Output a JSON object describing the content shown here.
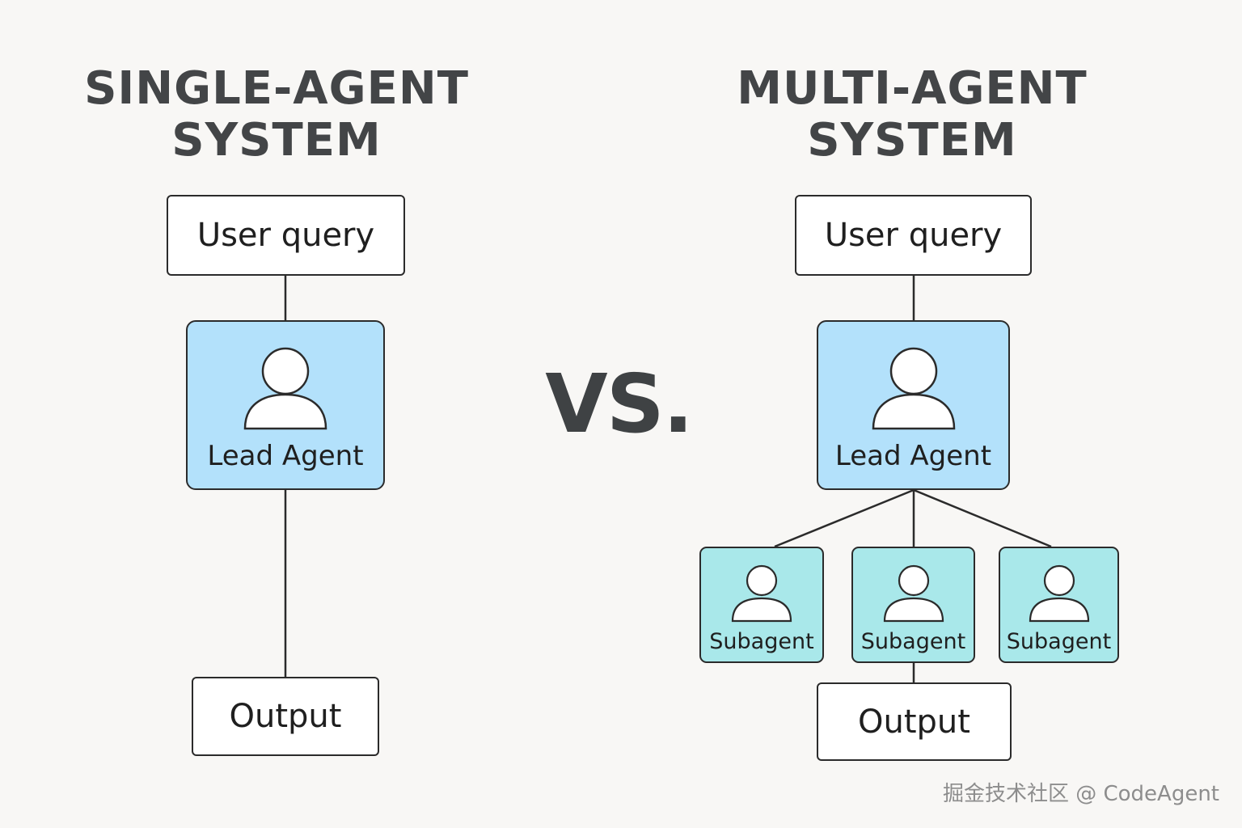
{
  "single": {
    "title": "SINGLE-AGENT\nSYSTEM",
    "user_query": "User query",
    "lead_agent": "Lead Agent",
    "output": "Output"
  },
  "vs": "VS.",
  "multi": {
    "title": "MULTI-AGENT\nSYSTEM",
    "user_query": "User query",
    "lead_agent": "Lead Agent",
    "subagents": [
      "Subagent",
      "Subagent",
      "Subagent"
    ],
    "output": "Output"
  },
  "watermark": "掘金技术社区 @ CodeAgent",
  "colors": {
    "background": "#f8f7f5",
    "lead_agent_fill": "#b3e1fb",
    "subagent_fill": "#a9e8ea",
    "box_fill": "#ffffff",
    "border": "#2b2b2b",
    "title_text": "#434547"
  },
  "icons": {
    "agent": "person-icon"
  }
}
